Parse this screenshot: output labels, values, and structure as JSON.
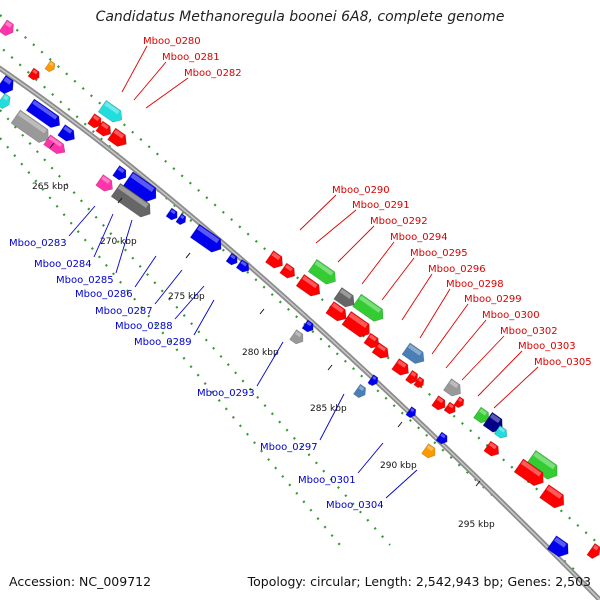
{
  "title": "Candidatus Methanoregula boonei 6A8, complete genome",
  "footer": {
    "accession": "Accession: NC_009712",
    "info": "Topology: circular; Length: 2,542,943 bp; Genes: 2,503"
  },
  "colors": {
    "backbone": "#8c8c8c",
    "forward_label": "#dd0000",
    "reverse_label": "#0000cc",
    "tick": "#111111",
    "dotted_track": "#339933",
    "feature_red": "#ff0000",
    "feature_blue": "#0000ee",
    "feature_green": "#33cc33",
    "feature_cyan": "#22dddd",
    "feature_gray": "#999999",
    "feature_darkgray": "#666666",
    "feature_magenta": "#ff33aa",
    "feature_steelblue": "#4a7fb5",
    "feature_orange": "#ff9900",
    "feature_navy": "#000088"
  },
  "scale_labels": [
    "265 kbp",
    "270 kbp",
    "275 kbp",
    "280 kbp",
    "285 kbp",
    "290 kbp",
    "295 kbp"
  ],
  "forward_genes": [
    "Mboo_0280",
    "Mboo_0281",
    "Mboo_0282",
    "Mboo_0290",
    "Mboo_0291",
    "Mboo_0292",
    "Mboo_0294",
    "Mboo_0295",
    "Mboo_0296",
    "Mboo_0298",
    "Mboo_0299",
    "Mboo_0300",
    "Mboo_0302",
    "Mboo_0303",
    "Mboo_0305"
  ],
  "reverse_genes": [
    "Mboo_0283",
    "Mboo_0284",
    "Mboo_0285",
    "Mboo_0286",
    "Mboo_0287",
    "Mboo_0288",
    "Mboo_0289",
    "Mboo_0293",
    "Mboo_0297",
    "Mboo_0301",
    "Mboo_0304"
  ]
}
